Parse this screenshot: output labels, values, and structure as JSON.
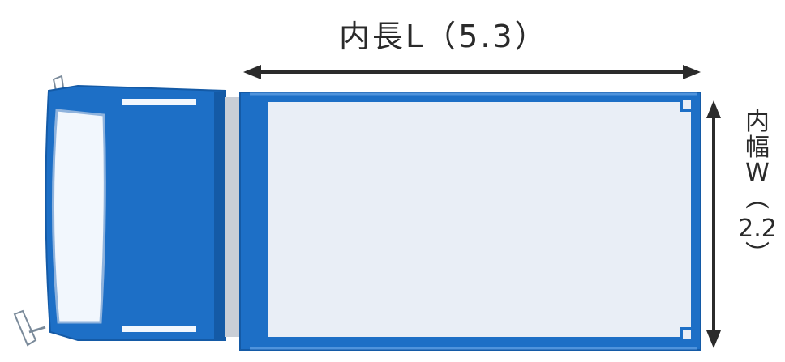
{
  "labels": {
    "inner_length": "内長L（5.3）",
    "inner_width_name_1": "内",
    "inner_width_name_2": "幅",
    "inner_width_letter": "W",
    "inner_width_open": "︵",
    "inner_width_value": "2.2",
    "inner_width_close": "︶"
  },
  "colors": {
    "body_blue": "#1d6fc6",
    "body_blue_dark": "#145aa6",
    "cargo_floor": "#e9eef6",
    "window_glass": "#f2f7fd",
    "arrow": "#2b2b2b",
    "steel": "#c9ced6"
  }
}
